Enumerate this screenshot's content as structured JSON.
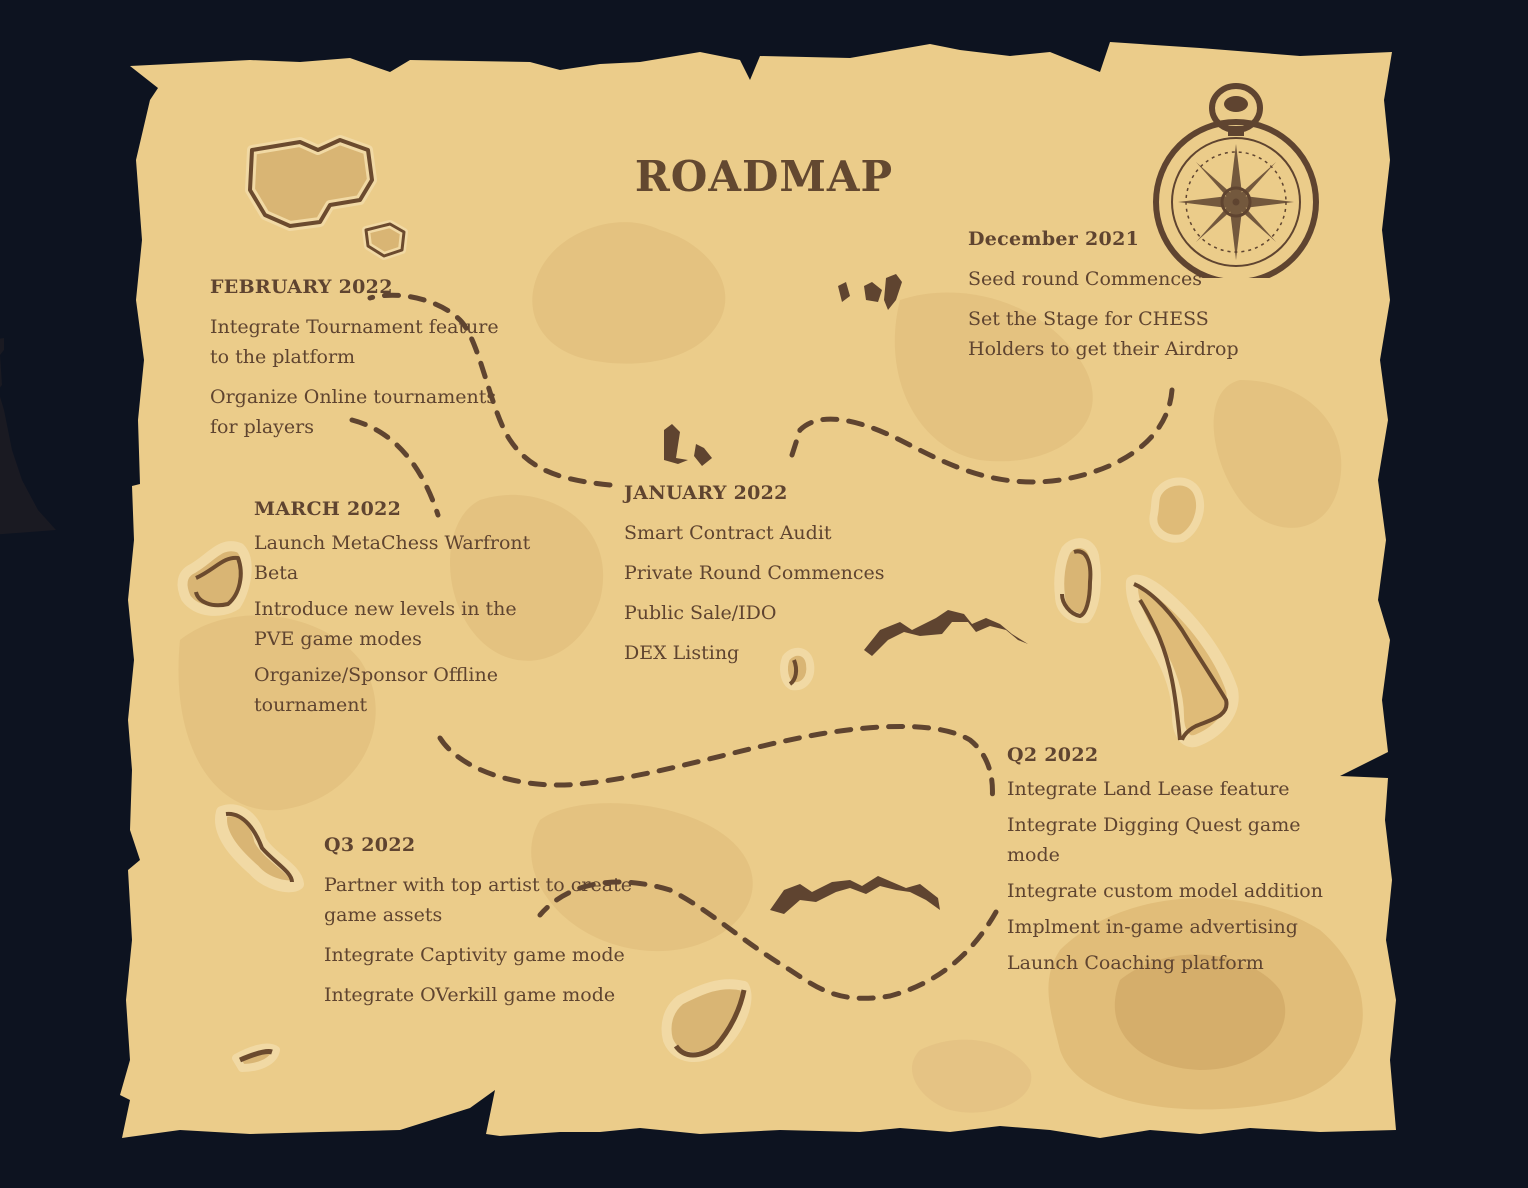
{
  "page": {
    "title": "ROADMAP",
    "colors": {
      "background": "#0d1320",
      "parchment": "#ebcc8a",
      "parchment_shade": "#dfbb78",
      "ink": "#5f4430"
    }
  },
  "milestones": {
    "dec2021": {
      "heading": "December 2021",
      "items": [
        "Seed round Commences",
        "Set the Stage for CHESS Holders to get their Airdrop"
      ]
    },
    "jan2022": {
      "heading": "JANUARY 2022",
      "items": [
        "Smart Contract Audit",
        "Private Round Commences",
        "Public Sale/IDO",
        "DEX Listing"
      ]
    },
    "feb2022": {
      "heading": "FEBRUARY 2022",
      "items": [
        "Integrate Tournament feature to the platform",
        "Organize Online tournaments for players"
      ]
    },
    "mar2022": {
      "heading": "MARCH 2022",
      "items": [
        "Launch MetaChess Warfront Beta",
        "Introduce new levels in the PVE game modes",
        "Organize/Sponsor Offline tournament"
      ]
    },
    "q2_2022": {
      "heading": "Q2 2022",
      "items": [
        "Integrate Land Lease feature",
        "Integrate Digging Quest game mode",
        "Integrate custom model addition",
        "Implment in-game advertising",
        "Launch Coaching platform"
      ]
    },
    "q3_2022": {
      "heading": "Q3 2022",
      "items": [
        "Partner with top artist to create game assets",
        "Integrate Captivity game mode",
        "Integrate OVerkill game mode"
      ]
    }
  },
  "icons": {
    "compass": "compass-icon",
    "chess_piece": "chess-pawn-icon",
    "islands": "island-icon",
    "mountains": "mountain-icon"
  }
}
